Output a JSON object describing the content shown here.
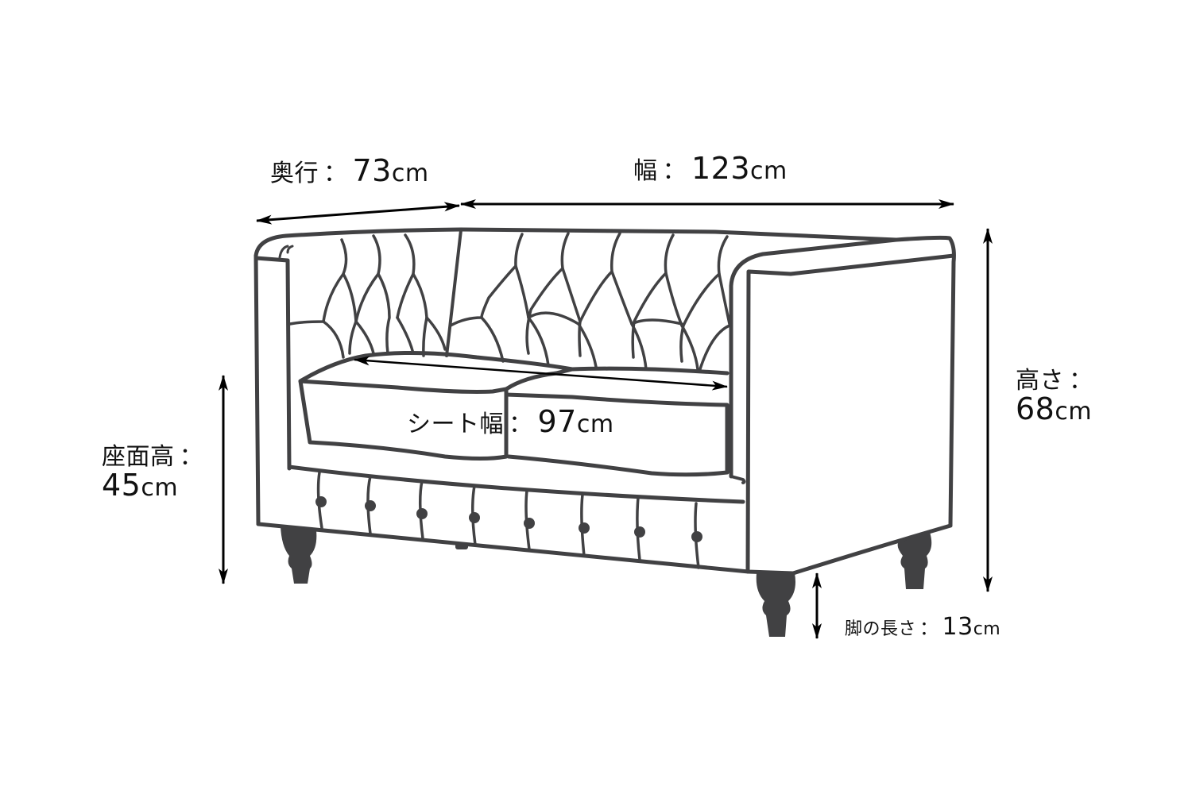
{
  "diagram": {
    "title": "Sofa dimension diagram",
    "subject": "tufted chesterfield-style two-seater sofa",
    "line_color": "#414143",
    "arrow_color": "#000000",
    "background": "#ffffff"
  },
  "dimensions": {
    "depth": {
      "name": "奥行",
      "colon": "：",
      "value": "73",
      "unit": "cm"
    },
    "width": {
      "name": "幅",
      "colon": "：",
      "value": "123",
      "unit": "cm"
    },
    "height": {
      "name": "高さ",
      "colon": "：",
      "value": "68",
      "unit": "cm"
    },
    "seat_height": {
      "name": "座面高",
      "colon": "：",
      "value": "45",
      "unit": "cm"
    },
    "seat_width": {
      "name": "シート幅",
      "colon": "：",
      "value": "97",
      "unit": "cm"
    },
    "leg_length": {
      "name": "脚の長さ",
      "colon": "：",
      "value": "13",
      "unit": "cm"
    }
  }
}
